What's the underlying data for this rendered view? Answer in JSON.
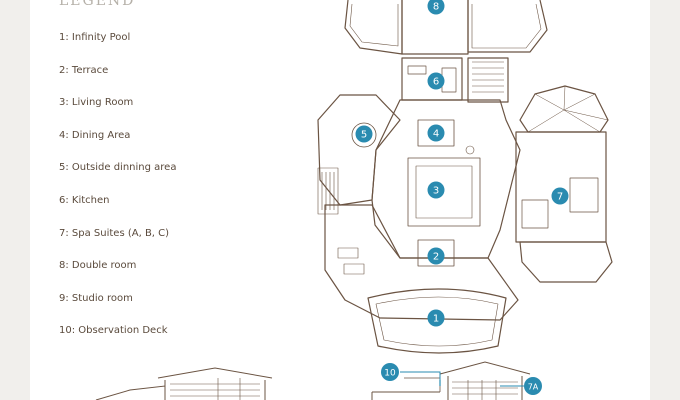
{
  "legend": {
    "title": "LEGEND",
    "items": [
      "1: Infinity Pool",
      "2: Terrace",
      "3: Living Room",
      "4: Dining Area",
      "5: Outside dinning area",
      "6: Kitchen",
      "7: Spa Suites (A, B, C)",
      "8: Double room",
      "9: Studio room",
      "10: Observation Deck"
    ]
  },
  "plan": {
    "marker_color": "#2a8bb0",
    "wall_color": "#6b5443",
    "markers": [
      "1",
      "2",
      "3",
      "4",
      "5",
      "6",
      "7",
      "8"
    ]
  },
  "elevation": {
    "markers": [
      "10",
      "7A"
    ]
  }
}
